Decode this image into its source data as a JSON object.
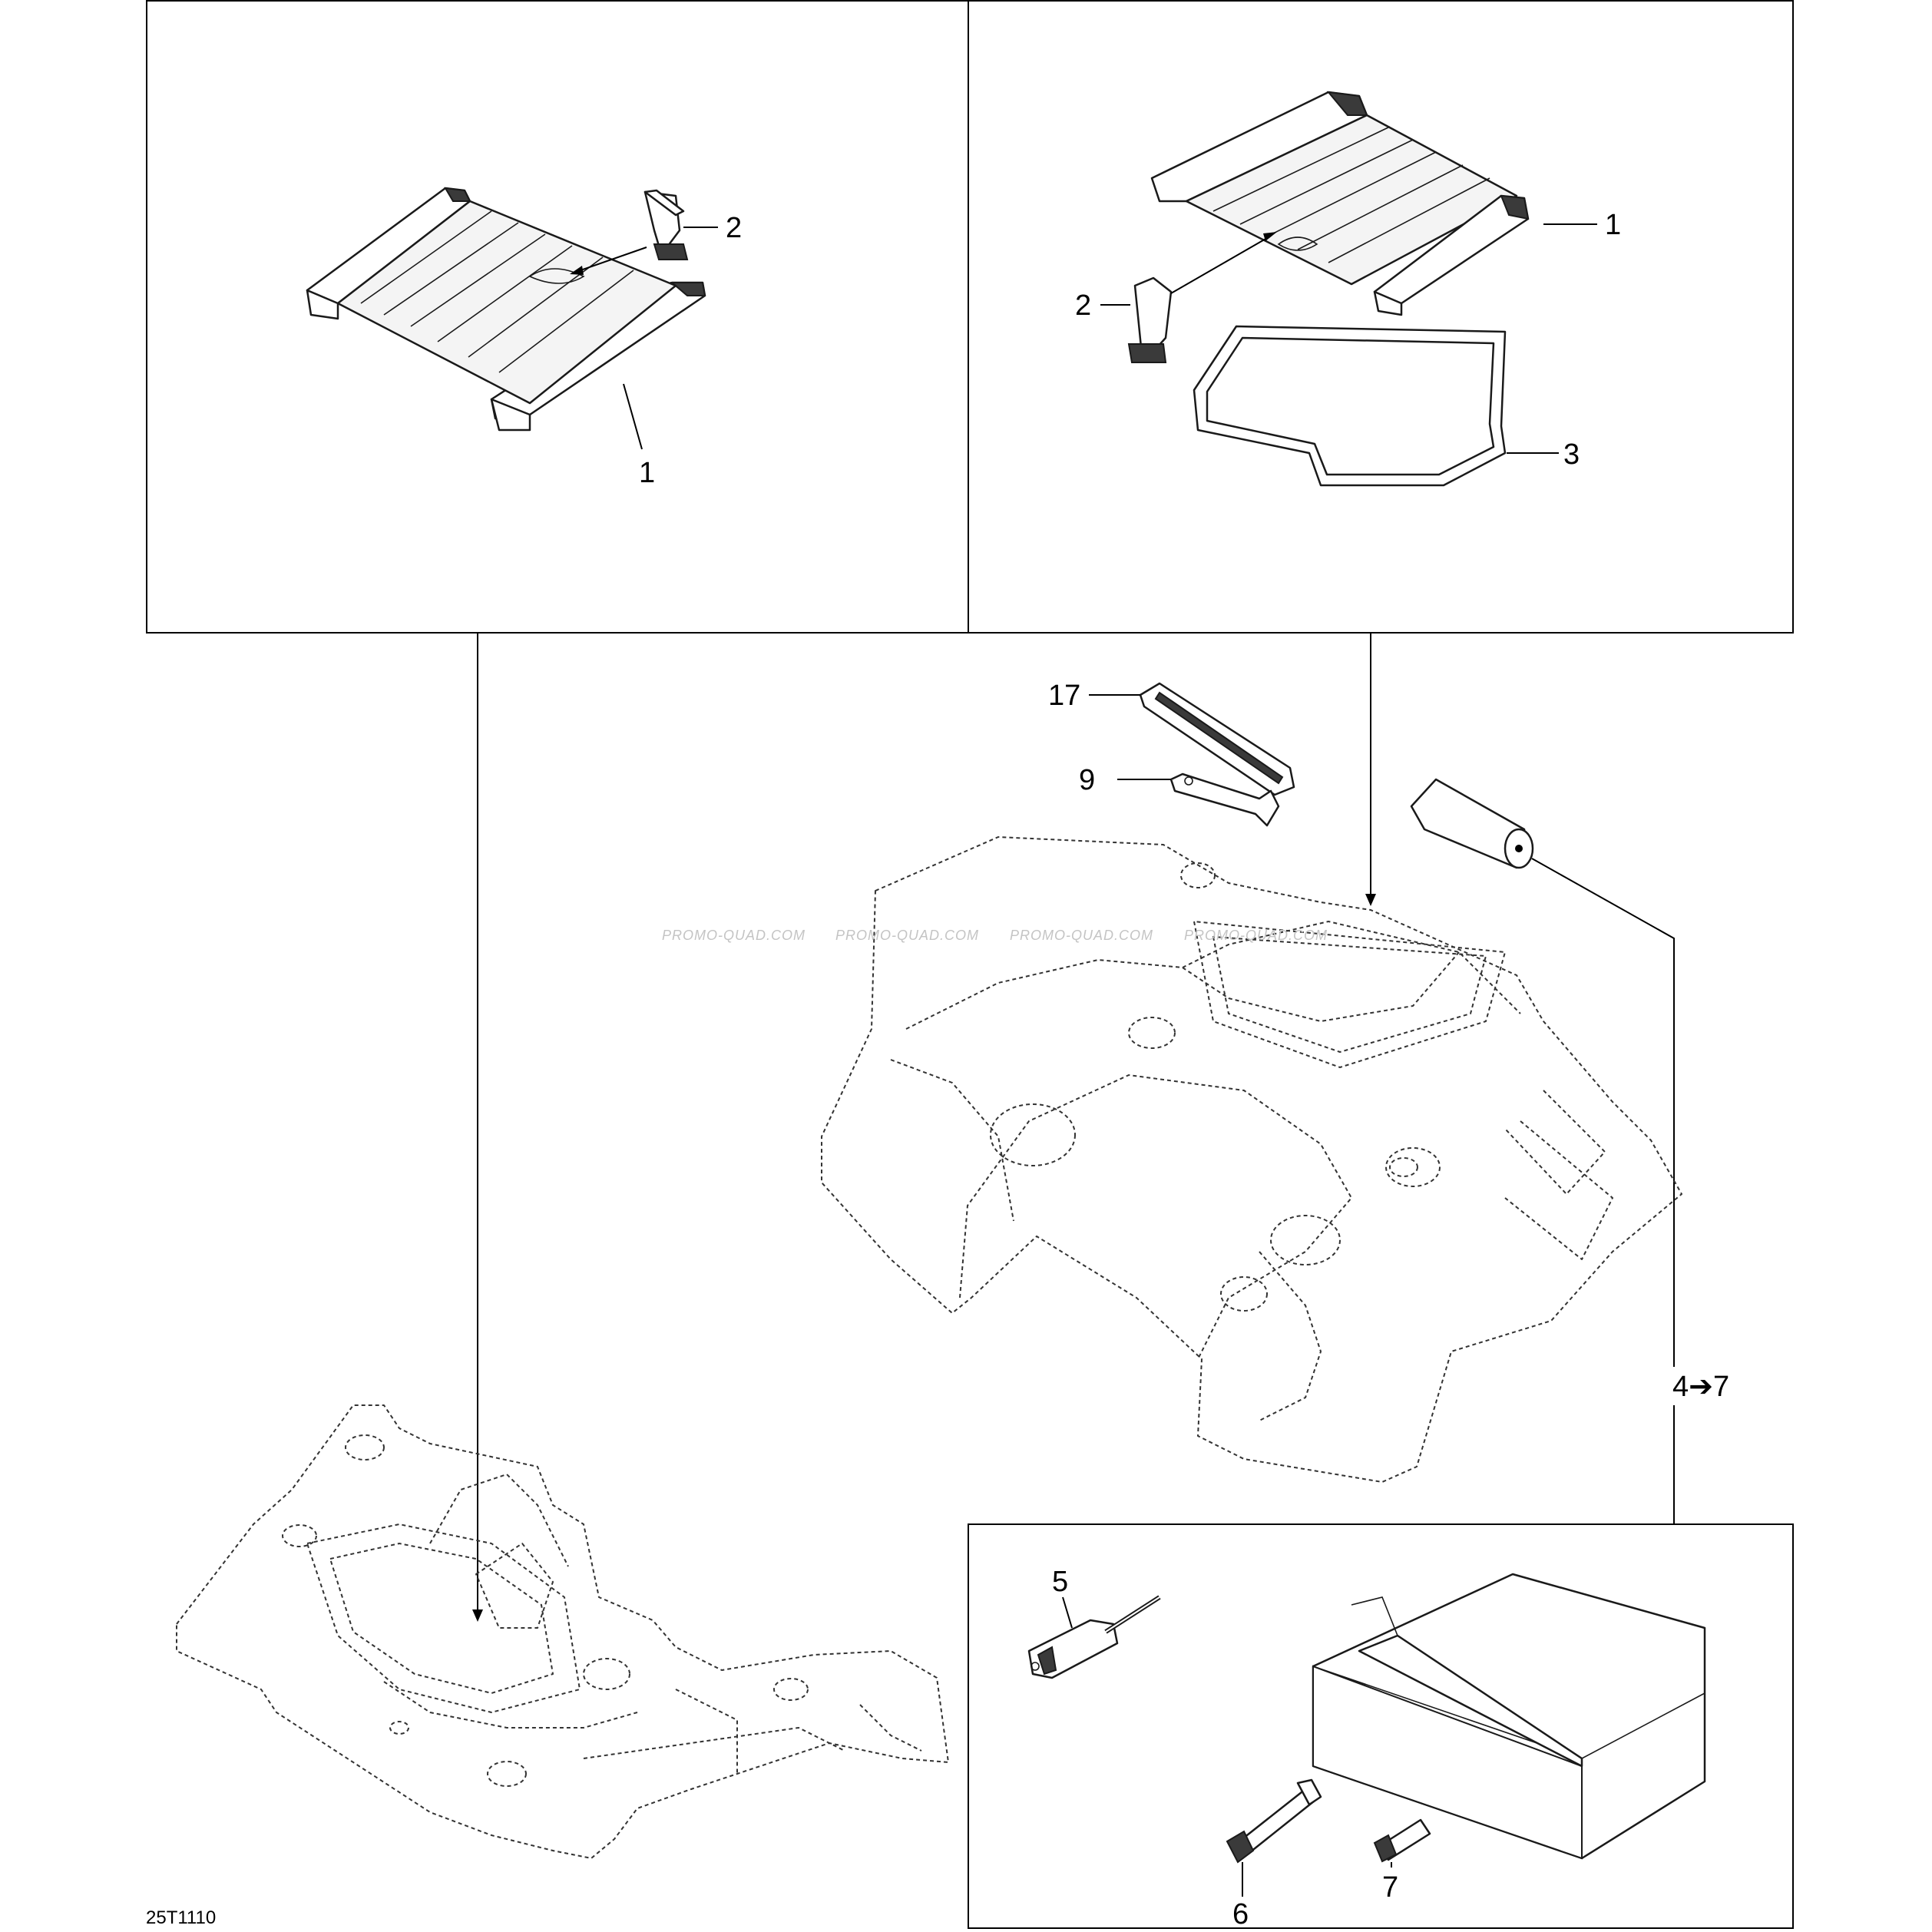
{
  "labels": {
    "rack_left_item": "1",
    "clip_left_item": "2",
    "rack_right_item": "1",
    "clip_right_item": "2",
    "gasket_item": "3",
    "tray_item": "17",
    "wrench_item": "9",
    "kit_range": "4➔7",
    "screwdriver_item": "5",
    "spark_tool_item": "6",
    "fuse_tool_item": "7"
  },
  "watermark": {
    "text_1": "PROMO-QUAD.COM",
    "text_2": "PROMO-QUAD.COM",
    "text_3": "PROMO-QUAD.COM",
    "text_4": "PROMO-QUAD.COM"
  },
  "drawing_code": "25T1110",
  "colors": {
    "line": "#000000",
    "watermark": "#c4c4c4",
    "shade": "#3a3a3a"
  }
}
